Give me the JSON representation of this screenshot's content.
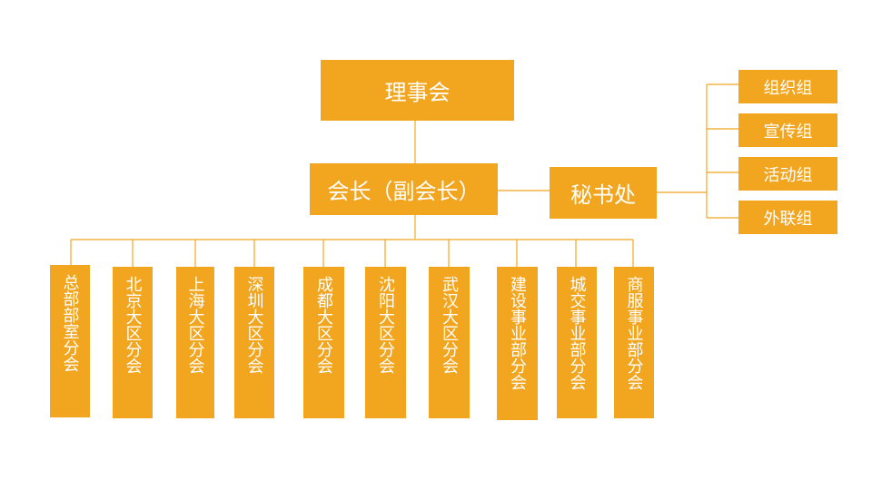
{
  "colors": {
    "box": "#F2A51F",
    "line": "#F2A51F",
    "text": "#FFFFFF",
    "background": "#FFFFFF"
  },
  "council": {
    "label": "理事会"
  },
  "president": {
    "label": "会长（副会长）"
  },
  "secretariat": {
    "label": "秘书处"
  },
  "groups": [
    {
      "label": "组织组"
    },
    {
      "label": "宣传组"
    },
    {
      "label": "活动组"
    },
    {
      "label": "外联组"
    }
  ],
  "branches": [
    {
      "label": "总部部室分会"
    },
    {
      "label": "北京大区分会"
    },
    {
      "label": "上海大区分会"
    },
    {
      "label": "深圳大区分会"
    },
    {
      "label": "成都大区分会"
    },
    {
      "label": "沈阳大区分会"
    },
    {
      "label": "武汉大区分会"
    },
    {
      "label": "建设事业部分会"
    },
    {
      "label": "城交事业部分会"
    },
    {
      "label": "商服事业部分会"
    }
  ]
}
